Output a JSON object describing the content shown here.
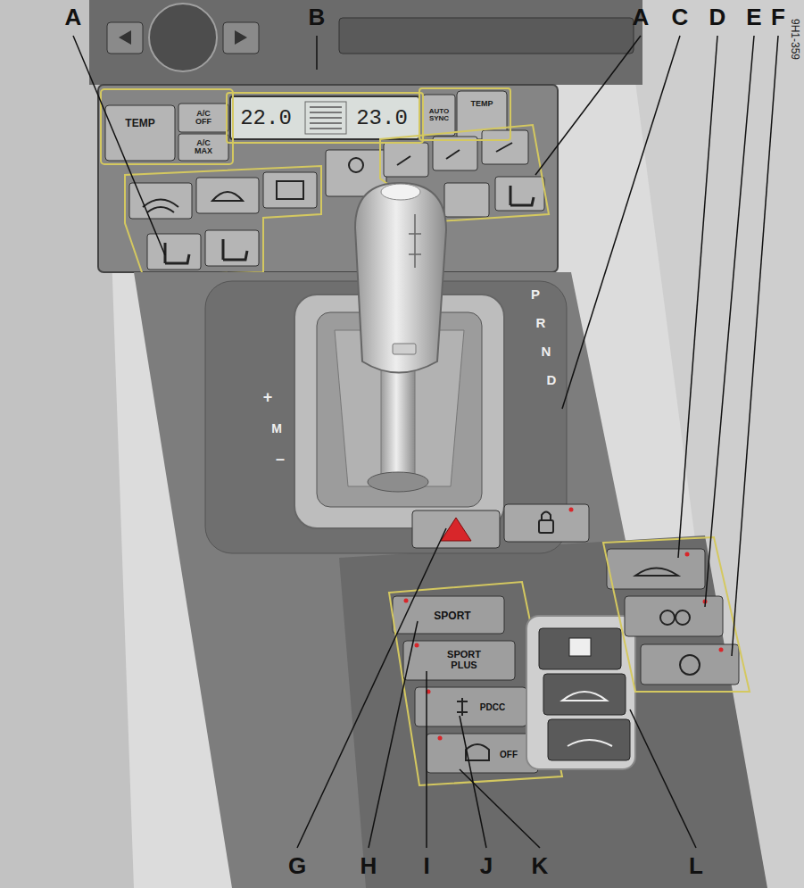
{
  "diagram": {
    "labels": [
      "A",
      "B",
      "A",
      "C",
      "D",
      "E",
      "F",
      "9H1-359",
      "TEMP",
      "A/C OFF",
      "A/C MAX",
      "22.0",
      "23.0",
      "AUTO SYNC",
      "TEMP",
      "P",
      "R",
      "N",
      "D",
      "+",
      "M",
      "–",
      "SPORT",
      "SPORT PLUS",
      "PDCC",
      "OFF",
      "G",
      "H",
      "I",
      "J",
      "K",
      "L"
    ]
  }
}
